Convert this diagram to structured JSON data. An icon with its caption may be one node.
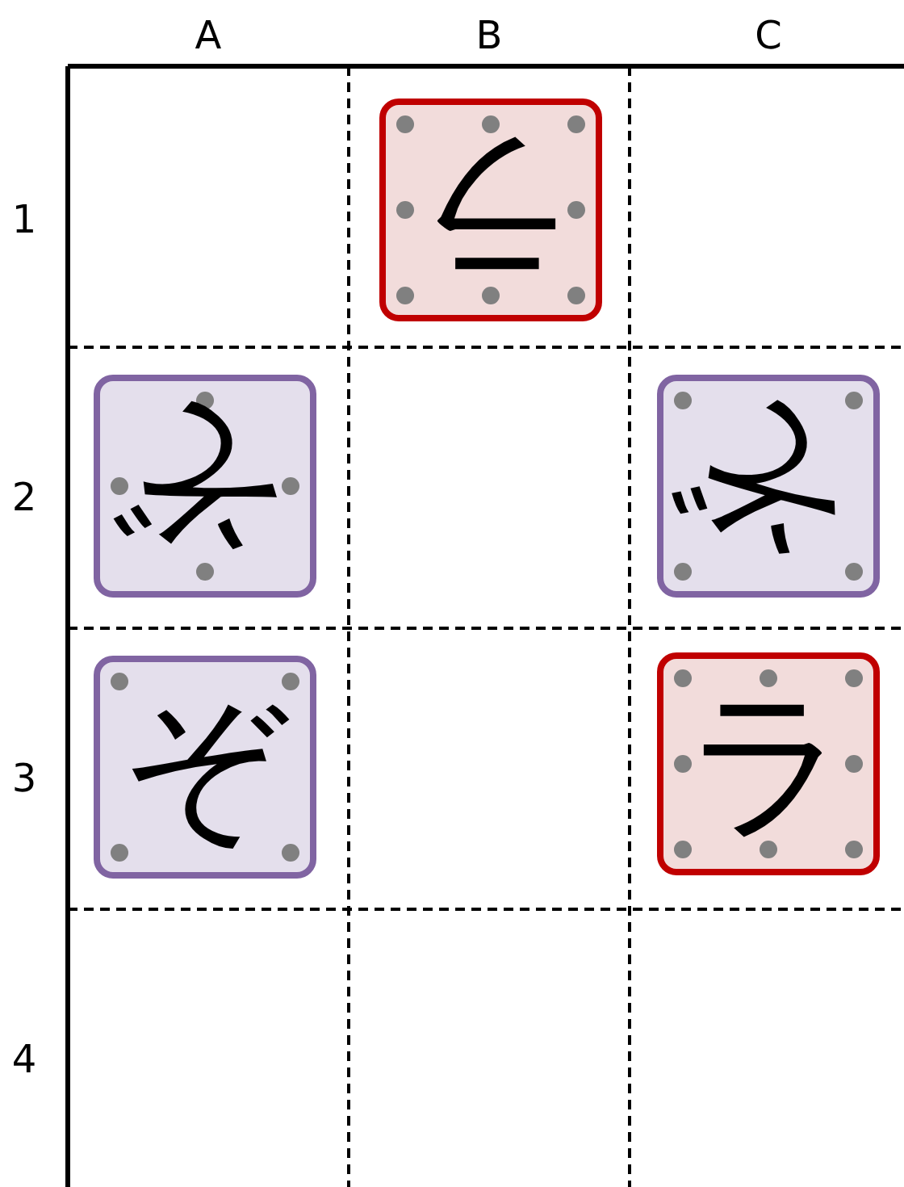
{
  "diagram": {
    "nodes": [
      {
        "text": [
          "ラ"
        ]
      },
      {
        "text": [
          "ぞ"
        ]
      },
      {
        "text": [
          "ぞ"
        ]
      },
      {
        "text": [
          "ぞ"
        ]
      },
      {
        "text": [
          "ラ"
        ]
      }
    ],
    "labels": [
      "A",
      "B",
      "C",
      "1",
      "2",
      "3",
      "4"
    ]
  }
}
